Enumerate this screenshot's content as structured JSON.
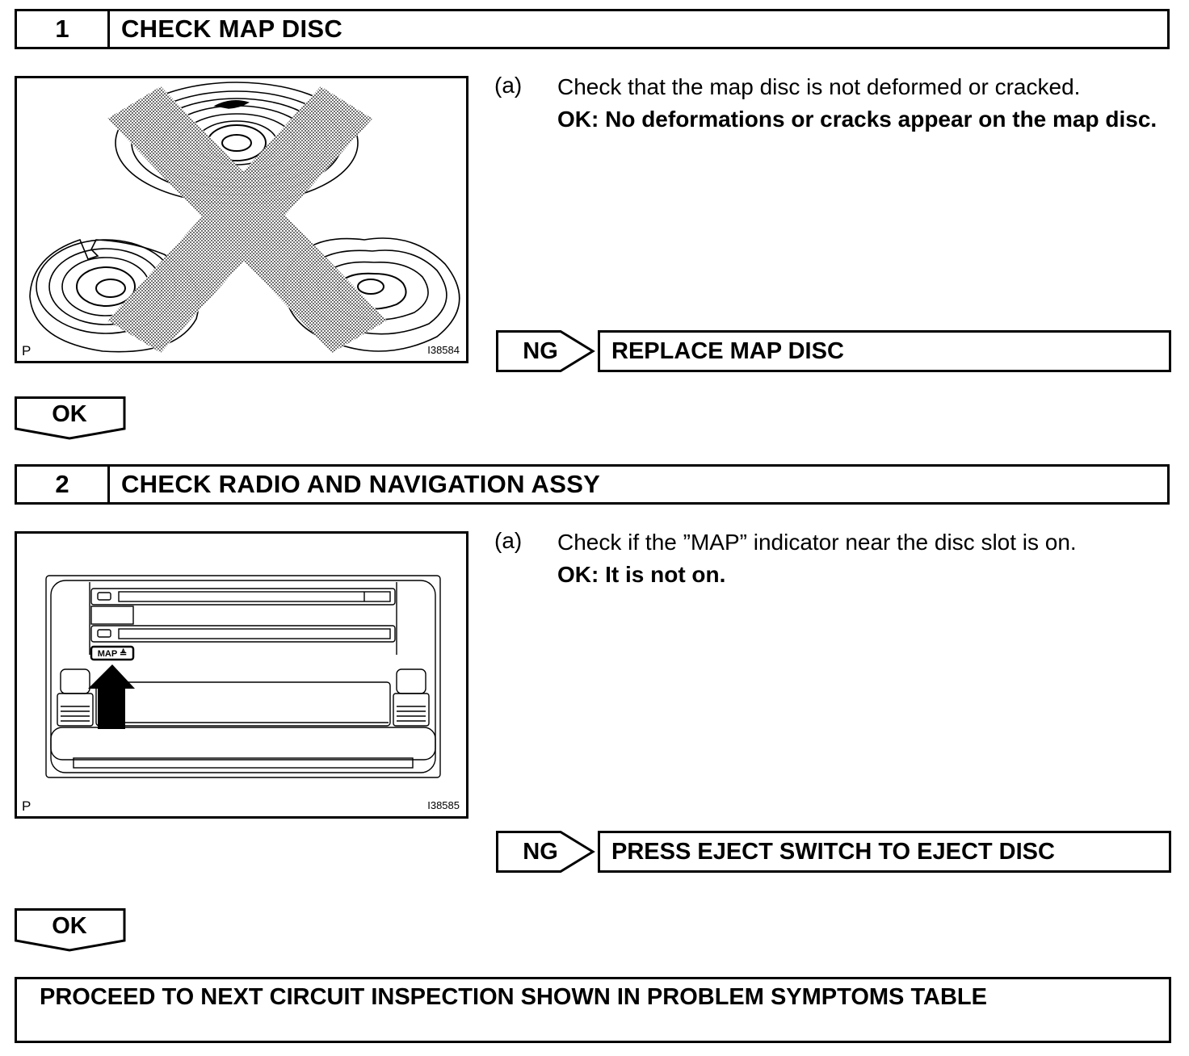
{
  "steps": [
    {
      "number": "1",
      "title": "CHECK MAP DISC",
      "figure": {
        "corner_label": "P",
        "id": "I38584"
      },
      "item_label": "(a)",
      "instruction": "Check that the map disc is not deformed or cracked.",
      "ok_condition": "OK: No deformations or cracks appear on the map disc.",
      "ng_label": "NG",
      "ng_action": "REPLACE MAP DISC",
      "ok_label": "OK"
    },
    {
      "number": "2",
      "title": "CHECK RADIO AND NAVIGATION ASSY",
      "figure": {
        "corner_label": "P",
        "id": "I38585",
        "button_text": "MAP ≜"
      },
      "item_label": "(a)",
      "instruction": "Check if the ”MAP” indicator near the disc slot is on.",
      "ok_condition": "OK: It is not on.",
      "ng_label": "NG",
      "ng_action": "PRESS EJECT SWITCH TO EJECT DISC",
      "ok_label": "OK"
    }
  ],
  "final_action": "PROCEED TO NEXT CIRCUIT INSPECTION SHOWN IN PROBLEM SYMPTOMS TABLE"
}
